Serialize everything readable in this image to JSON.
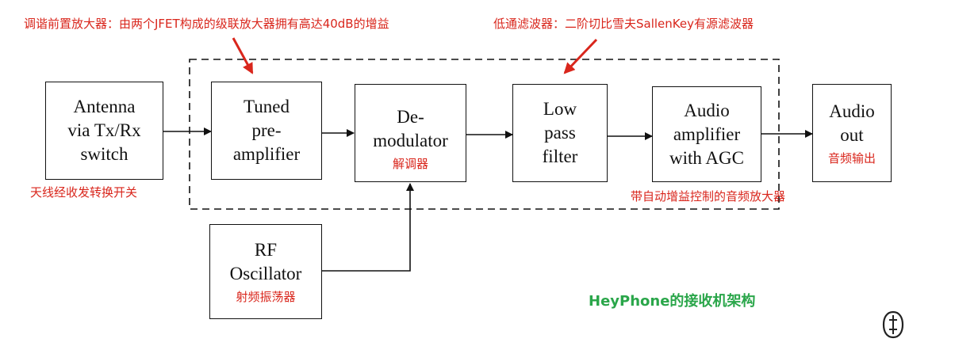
{
  "annotations": {
    "preamp_note": "调谐前置放大器：由两个JFET构成的级联放大器拥有高达40dB的增益",
    "lpf_note": "低通滤波器：二阶切比雪夫SallenKey有源滤波器",
    "antenna_note": "天线经收发转换开关",
    "agc_note": "带自动增益控制的音频放大器"
  },
  "blocks": {
    "antenna": {
      "label": "Antenna\nvia Tx/Rx\nswitch"
    },
    "preamp": {
      "label": "Tuned\npre-\namplifier"
    },
    "demod": {
      "label": "De-\nmodulator",
      "cn": "解调器"
    },
    "lpf": {
      "label": "Low\npass\nfilter"
    },
    "audio_amp": {
      "label": "Audio\namplifier\nwith AGC"
    },
    "audio_out": {
      "label": "Audio\nout",
      "cn": "音频输出"
    },
    "rf_osc": {
      "label": "RF\nOscillator",
      "cn": "射频振荡器"
    }
  },
  "caption": "HeyPhone的接收机架构",
  "colors": {
    "annotation": "#d9261c",
    "caption": "#2aa64a",
    "line": "#111111"
  },
  "icons": {
    "red_arrow": "red-annotation-arrow",
    "logo": "logo-icon"
  }
}
